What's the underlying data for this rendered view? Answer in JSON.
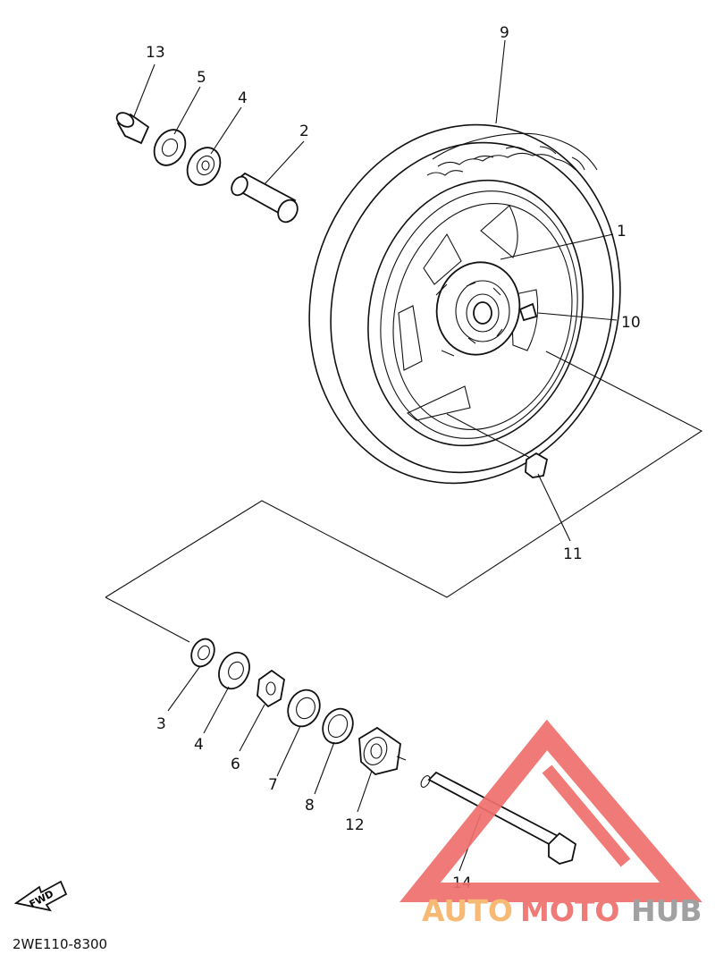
{
  "part_numbers": {
    "p1": "1",
    "p2": "2",
    "p3": "3",
    "p4a": "4",
    "p4b": "4",
    "p5": "5",
    "p6": "6",
    "p7": "7",
    "p8": "8",
    "p9": "9",
    "p10": "10",
    "p11": "11",
    "p12": "12",
    "p13": "13",
    "p14": "14"
  },
  "fwd_label": "FWD",
  "diagram_code": "2WE110-8300",
  "watermark": {
    "part1": "AUTO",
    "part2": "MOTO",
    "part3": "HUB",
    "colors": {
      "orange": "#f7b56a",
      "red": "#ef6f6c",
      "gray": "#9a9a9a"
    }
  }
}
